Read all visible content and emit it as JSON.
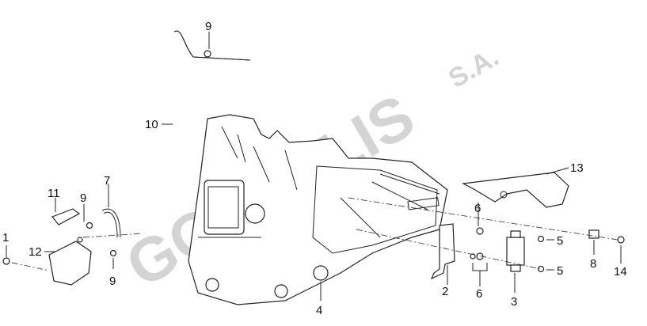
{
  "diagram": {
    "title": "Engine assembly exploded view",
    "watermark": "GOTSOLIS S.A.",
    "callouts": [
      "1",
      "2",
      "3",
      "4",
      "5",
      "5",
      "6",
      "6",
      "7",
      "8",
      "9",
      "9",
      "9",
      "10",
      "11",
      "12",
      "13",
      "14"
    ]
  },
  "colors": {
    "line": "#222222",
    "watermark": "#d4d4d4",
    "background": "#ffffff"
  }
}
